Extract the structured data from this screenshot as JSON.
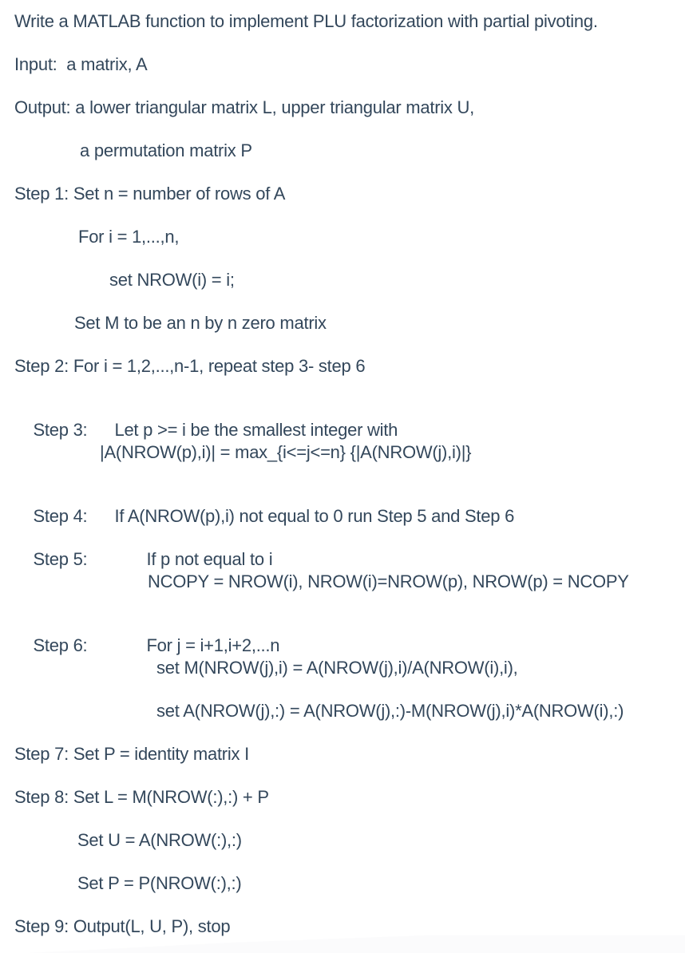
{
  "colors": {
    "text": "#33475b",
    "background": "#ffffff",
    "bottom_shade": "#fbfbfc"
  },
  "document": {
    "kind": "assignment-instructions",
    "lines": [
      {
        "text": "Write a MATLAB function to implement PLU factorization with partial pivoting."
      },
      {
        "text": "Input:  a matrix, A"
      },
      {
        "text": "Output: a lower triangular matrix L, upper triangular matrix U,"
      },
      {
        "text": "a permutation matrix P"
      },
      {
        "text": "Step 1: Set n = number of rows of A"
      },
      {
        "text": "For i = 1,...,n,"
      },
      {
        "text": "set NROW(i) = i;"
      },
      {
        "text": "Set M to be an n by n zero matrix"
      },
      {
        "text": "Step 2: For i = 1,2,...,n-1, repeat step 3- step 6"
      },
      {
        "label": "Step 3:",
        "text": "Let p >= i be the smallest integer with"
      },
      {
        "text": "|A(NROW(p),i)| = max_{i<=j<=n} {|A(NROW(j),i)|}"
      },
      {
        "label": "Step 4:",
        "text": "If A(NROW(p),i) not equal to 0 run Step 5 and Step 6"
      },
      {
        "label": "Step 5:",
        "text": "If p not equal to i"
      },
      {
        "text": "NCOPY = NROW(i), NROW(i)=NROW(p), NROW(p) = NCOPY"
      },
      {
        "label": "Step 6:",
        "text": "For j = i+1,i+2,...n"
      },
      {
        "text": "set M(NROW(j),i) = A(NROW(j),i)/A(NROW(i),i),"
      },
      {
        "text": "set A(NROW(j),:) = A(NROW(j),:)-M(NROW(j),i)*A(NROW(i),:)"
      },
      {
        "text": "Step 7: Set P = identity matrix I"
      },
      {
        "text": "Step 8: Set L = M(NROW(:),:) + P"
      },
      {
        "text": "Set U = A(NROW(:),:)"
      },
      {
        "text": "Set P = P(NROW(:),:)"
      },
      {
        "text": "Step 9: Output(L, U, P), stop"
      }
    ]
  }
}
